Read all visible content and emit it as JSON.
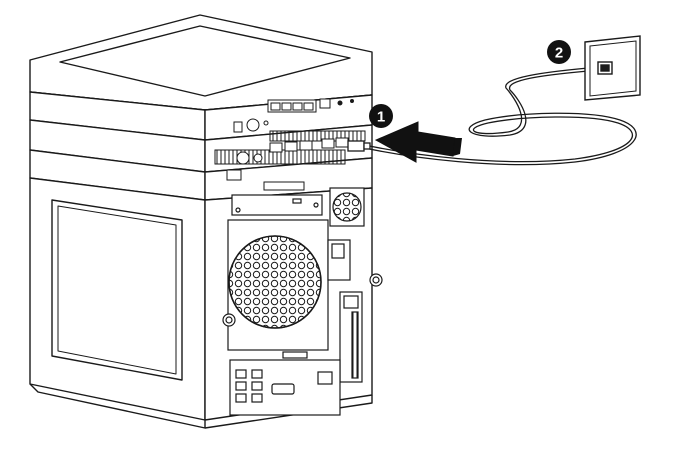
{
  "figure": {
    "description_free": true,
    "callouts": [
      {
        "id": "callout-1",
        "label": "1"
      },
      {
        "id": "callout-2",
        "label": "2"
      }
    ]
  },
  "colors": {
    "line": "#1a1a1a",
    "arrow_fill": "#111111",
    "callout_fill": "#111111",
    "callout_text": "#ffffff",
    "panel": "#f4f4f4"
  },
  "icons": {
    "callout_1": "numbered-callout",
    "callout_2": "numbered-callout",
    "arrow": "insert-arrow",
    "fan": "fan-grille",
    "jack": "wall-network-jack"
  }
}
